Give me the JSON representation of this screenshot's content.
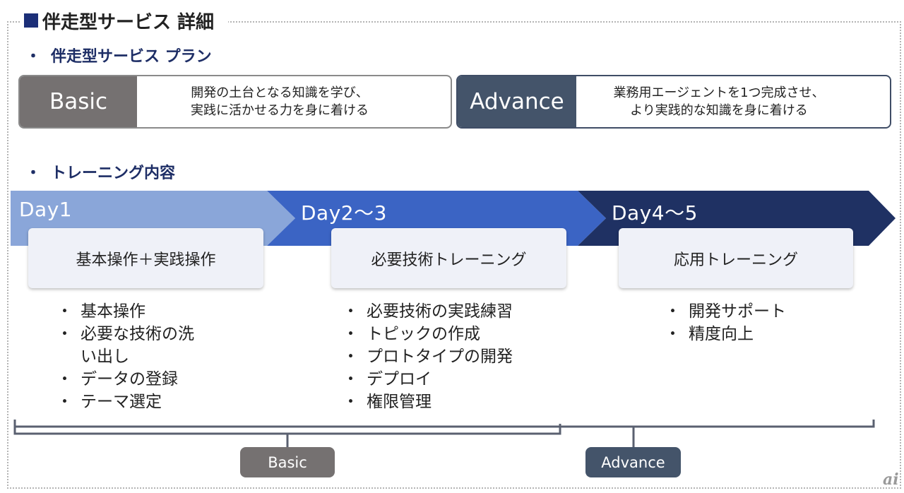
{
  "title": "伴走型サービス 詳細",
  "plan_section": {
    "heading": "伴走型サービス プラン"
  },
  "plans": [
    {
      "name": "Basic",
      "desc_line1": "開発の土台となる知識を学び、",
      "desc_line2": "実践に活かせる力を身に着ける"
    },
    {
      "name": "Advance",
      "desc_line1": "業務用エージェントを1つ完成させ、",
      "desc_line2": "より実践的な知識を身に着ける"
    }
  ],
  "training_section": {
    "heading": "トレーニング内容"
  },
  "phases": [
    {
      "day": "Day1",
      "topic": "基本操作＋実践操作",
      "color": "#8aa6d9",
      "items": [
        "基本操作",
        "必要な技術の洗\nい出し",
        "データの登録",
        "テーマ選定"
      ]
    },
    {
      "day": "Day2～3",
      "topic": "必要技術トレーニング",
      "color": "#3b64c4",
      "items": [
        "必要技術の実践練習",
        "トピックの作成",
        "プロトタイプの開発",
        "デプロイ",
        "権限管理"
      ]
    },
    {
      "day": "Day4～5",
      "topic": "応用トレーニング",
      "color": "#1f3163",
      "items": [
        "開発サポート",
        "精度向上"
      ]
    }
  ],
  "bullet_char": "・",
  "section_dot": "・",
  "tags": {
    "basic": "Basic",
    "advance": "Advance"
  },
  "colors": {
    "title_square": "#1c2f78",
    "basic_gray": "#757171",
    "advance_navy": "#44546a",
    "topic_box": "#eff1f8"
  },
  "logo": "ai"
}
